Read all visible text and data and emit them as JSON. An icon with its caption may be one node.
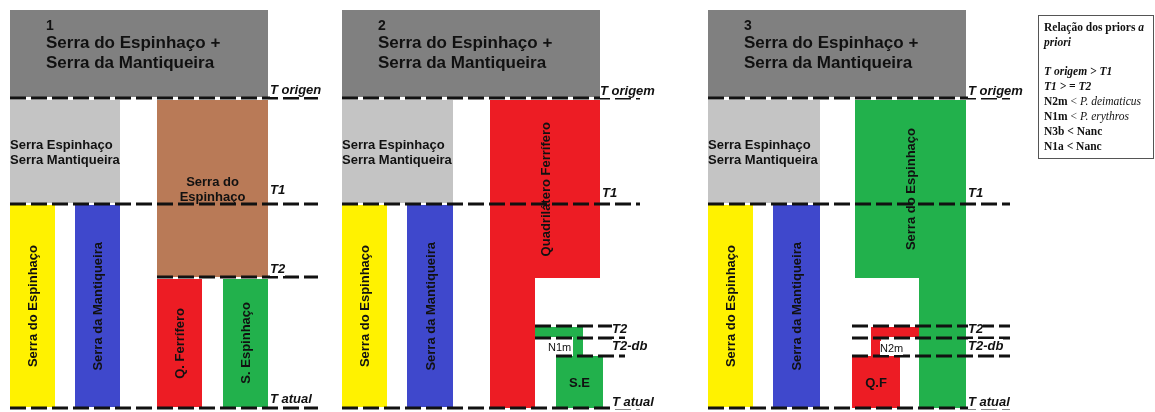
{
  "diagram": {
    "nodes": [
      {
        "text": [
          "1",
          "Serra do Espinhaço + Serra da Mantiqueira"
        ]
      },
      {
        "text": [
          "Serra Espinhaço Serra Mantiqueira"
        ]
      },
      {
        "text": [
          "Serra do Espinhaço"
        ]
      },
      {
        "text": [
          "Serra da Mantiqueira"
        ]
      },
      {
        "text": [
          "Serra do Espinhaço"
        ]
      },
      {
        "text": [
          "Q. Ferrífero"
        ]
      },
      {
        "text": [
          "S. Espinhaço"
        ]
      },
      {
        "text": [
          "2",
          "Serra do Espinhaço + Serra da Mantiqueira"
        ]
      },
      {
        "text": [
          "Serra Espinhaço Serra Mantiqueira"
        ]
      },
      {
        "text": [
          "Serra do Espinhaço"
        ]
      },
      {
        "text": [
          "Serra da Mantiqueira"
        ]
      },
      {
        "text": [
          "Quadrilátero Ferrífero"
        ]
      },
      {
        "text": [
          "S.E"
        ]
      },
      {
        "text": [
          "3",
          "Serra do Espinhaço + Serra da Mantiqueira"
        ]
      },
      {
        "text": [
          "Serra Espinhaço Serra Mantiqueira"
        ]
      },
      {
        "text": [
          "Serra do Espinhaço"
        ]
      },
      {
        "text": [
          "Serra da Mantiqueira"
        ]
      },
      {
        "text": [
          "Serra do Espinhaço"
        ]
      },
      {
        "text": [
          "Q.F"
        ]
      },
      {
        "text": [
          "Relação dos priors *a priori*",
          "T origem > T1",
          "T1 > = T2",
          "**N2m** < *P. deimaticus*",
          "**N1m** < *P. erythros*",
          "N3b < Nanc",
          "N1a < Nanc"
        ]
      }
    ],
    "edges": [],
    "labels": [
      "T origen",
      "T1",
      "T2",
      "T atual",
      "T origem",
      "T1",
      "T2",
      "T2-db",
      "N1m",
      "T atual",
      "T origem",
      "T1",
      "T2",
      "T2-db",
      "N2m",
      "T atual"
    ]
  }
}
